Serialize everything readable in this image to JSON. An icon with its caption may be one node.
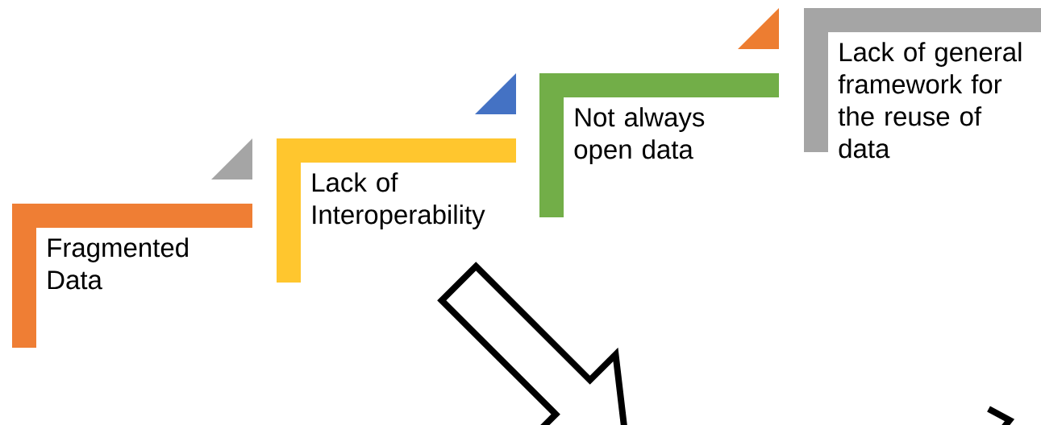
{
  "diagram": {
    "nodes": [
      {
        "text": [
          "Fragmented Data"
        ]
      },
      {
        "text": [
          "Lack of Interoperability"
        ]
      },
      {
        "text": [
          "Not always open data"
        ]
      },
      {
        "text": [
          "Lack of general framework for the reuse of data"
        ]
      }
    ]
  }
}
